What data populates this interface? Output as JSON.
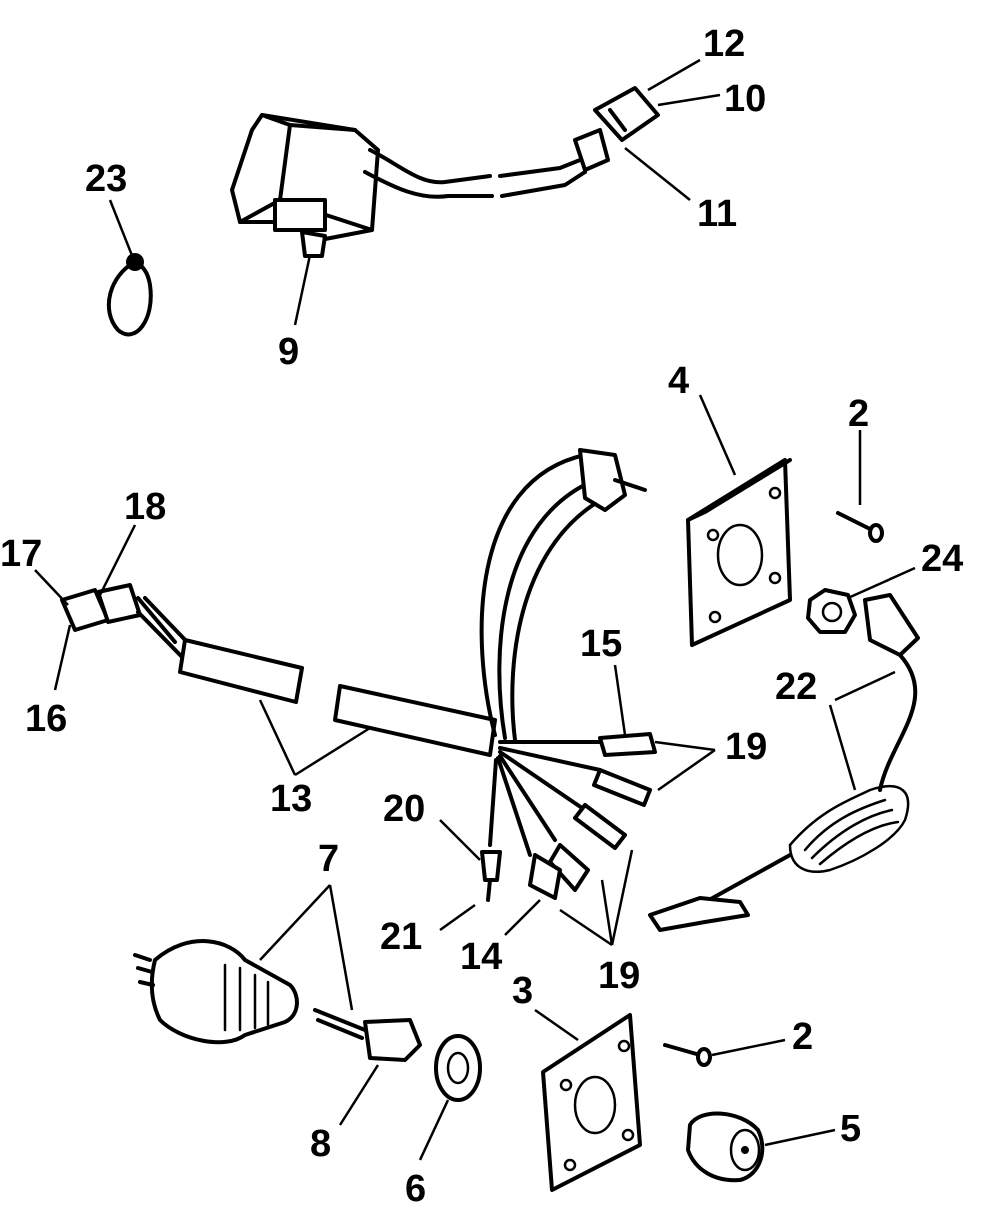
{
  "callouts": {
    "c2a": "2",
    "c2b": "2",
    "c3": "3",
    "c4": "4",
    "c5": "5",
    "c6": "6",
    "c7": "7",
    "c8": "8",
    "c9": "9",
    "c10": "10",
    "c11": "11",
    "c12": "12",
    "c13": "13",
    "c14": "14",
    "c15": "15",
    "c16": "16",
    "c17": "17",
    "c18": "18",
    "c19a": "19",
    "c19b": "19",
    "c20": "20",
    "c21": "21",
    "c22": "22",
    "c23": "23",
    "c24": "24"
  }
}
